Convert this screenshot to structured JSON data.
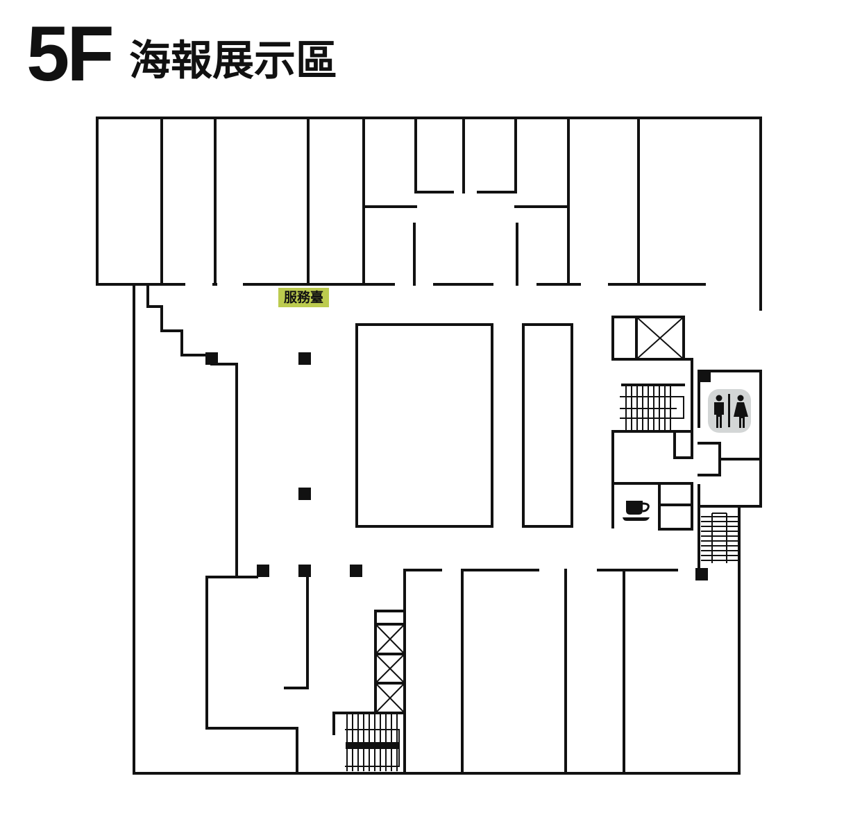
{
  "header": {
    "floor": "5F",
    "title": "海報展示區"
  },
  "labels": {
    "service_desk": "服務臺"
  },
  "icons": [
    "restroom-icon",
    "cafe-icon",
    "elevator-icon",
    "stairs-icon"
  ],
  "colors": {
    "service_desk_bg": "#bccb4f",
    "restroom_bg": "#d3d6d6",
    "walls": "#111111"
  }
}
